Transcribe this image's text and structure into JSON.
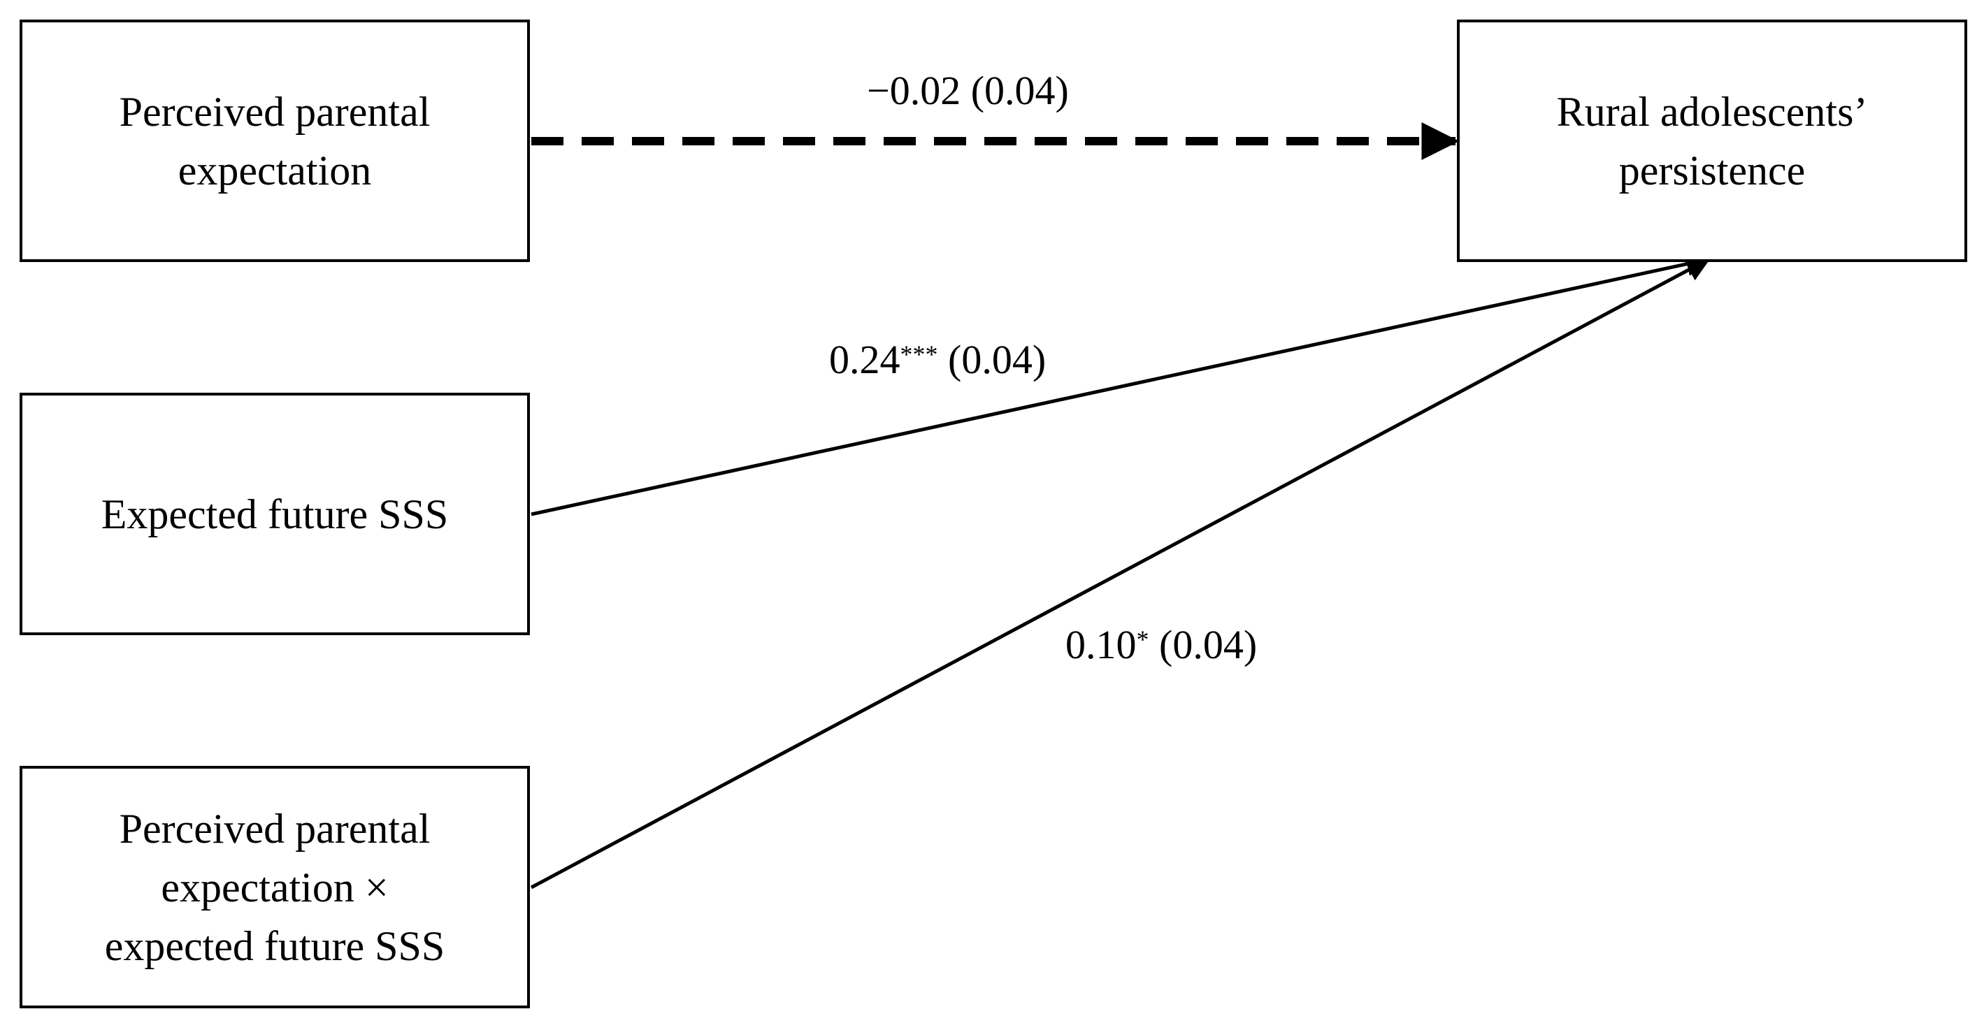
{
  "nodes": {
    "perceived_parental_expectation": {
      "lines": [
        "Perceived parental",
        "expectation"
      ]
    },
    "expected_future_sss": {
      "lines": [
        "Expected future SSS"
      ]
    },
    "interaction": {
      "lines": [
        "Perceived parental",
        "expectation ×",
        "expected future SSS"
      ]
    },
    "outcome": {
      "lines": [
        "Rural adolescents’",
        "persistence"
      ]
    }
  },
  "paths": {
    "direct": {
      "coef": "−0.02",
      "sig": "",
      "se": "(0.04)",
      "style": "dashed"
    },
    "expected_future_sss": {
      "coef": "0.24",
      "sig": "***",
      "se": "(0.04)",
      "style": "solid"
    },
    "interaction": {
      "coef": "0.10",
      "sig": "*",
      "se": "(0.04)",
      "style": "solid"
    }
  }
}
